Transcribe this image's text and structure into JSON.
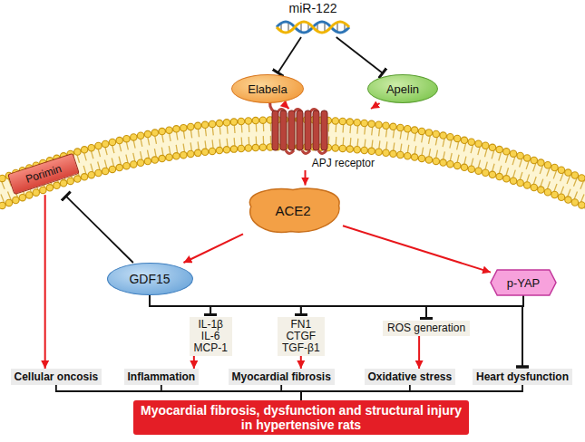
{
  "diagram": {
    "nodes": [
      {
        "text": [
          "miR-122"
        ]
      },
      {
        "text": [
          "Elabela"
        ]
      },
      {
        "text": [
          "Apelin"
        ]
      },
      {
        "text": [
          "APJ receptor"
        ]
      },
      {
        "text": [
          "Porimin"
        ]
      },
      {
        "text": [
          "ACE2"
        ]
      },
      {
        "text": [
          "GDF15"
        ]
      },
      {
        "text": [
          "p-YAP"
        ]
      },
      {
        "text": [
          "IL-1β",
          "IL-6",
          "MCP-1"
        ]
      },
      {
        "text": [
          "FN1",
          "CTGF",
          "TGF-β1"
        ]
      },
      {
        "text": [
          "ROS generation"
        ]
      },
      {
        "text": [
          "Cellular oncosis"
        ]
      },
      {
        "text": [
          "Inflammation"
        ]
      },
      {
        "text": [
          "Myocardial fibrosis"
        ]
      },
      {
        "text": [
          "Oxidative stress"
        ]
      },
      {
        "text": [
          "Heart dysfunction"
        ]
      },
      {
        "text": [
          "Myocardial fibrosis, dysfunction and structural injury in hypertensive rats"
        ]
      }
    ],
    "edges": [
      {
        "from": 0,
        "to": 1,
        "arrow": "to"
      },
      {
        "from": 0,
        "to": 2,
        "arrow": "to"
      },
      {
        "from": 1,
        "to": 3,
        "arrow": "to"
      },
      {
        "from": 2,
        "to": 3,
        "arrow": "to"
      },
      {
        "from": 3,
        "to": 5,
        "arrow": "to"
      },
      {
        "from": 5,
        "to": 6,
        "arrow": "to"
      },
      {
        "from": 5,
        "to": 7,
        "arrow": "to"
      },
      {
        "from": 6,
        "to": 4,
        "arrow": "to"
      },
      {
        "from": 4,
        "to": 11,
        "arrow": "to"
      },
      {
        "from": 6,
        "to": 8,
        "arrow": "to"
      },
      {
        "from": 6,
        "to": 9,
        "arrow": "to"
      },
      {
        "from": 6,
        "to": 10,
        "arrow": "to"
      },
      {
        "from": 6,
        "to": 15,
        "arrow": "to"
      },
      {
        "from": 7,
        "to": 8,
        "arrow": "to"
      },
      {
        "from": 7,
        "to": 9,
        "arrow": "to"
      },
      {
        "from": 7,
        "to": 10,
        "arrow": "to"
      },
      {
        "from": 7,
        "to": 15,
        "arrow": "to"
      },
      {
        "from": 8,
        "to": 12,
        "arrow": "to"
      },
      {
        "from": 9,
        "to": 13,
        "arrow": "to"
      },
      {
        "from": 10,
        "to": 14,
        "arrow": "to"
      },
      {
        "from": 11,
        "to": 16,
        "arrow": "none"
      },
      {
        "from": 12,
        "to": 16,
        "arrow": "none"
      },
      {
        "from": 13,
        "to": 16,
        "arrow": "none"
      },
      {
        "from": 14,
        "to": 16,
        "arrow": "none"
      },
      {
        "from": 15,
        "to": 16,
        "arrow": "none"
      }
    ]
  }
}
